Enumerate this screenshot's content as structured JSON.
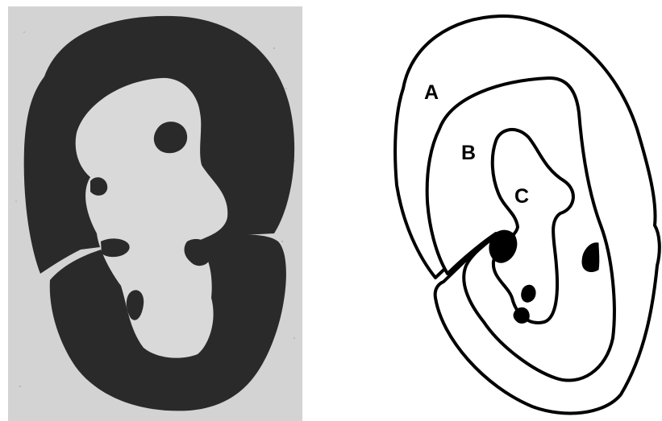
{
  "figure": {
    "photo": {
      "background_color": "#d3d3d3",
      "organ_color": "#2a2a2a",
      "cavity_color": "#d9d9d9"
    },
    "drawing": {
      "stroke_color": "#000000",
      "fill_color": "#ffffff",
      "labels": {
        "a": "A",
        "b": "B",
        "c": "C"
      }
    }
  }
}
